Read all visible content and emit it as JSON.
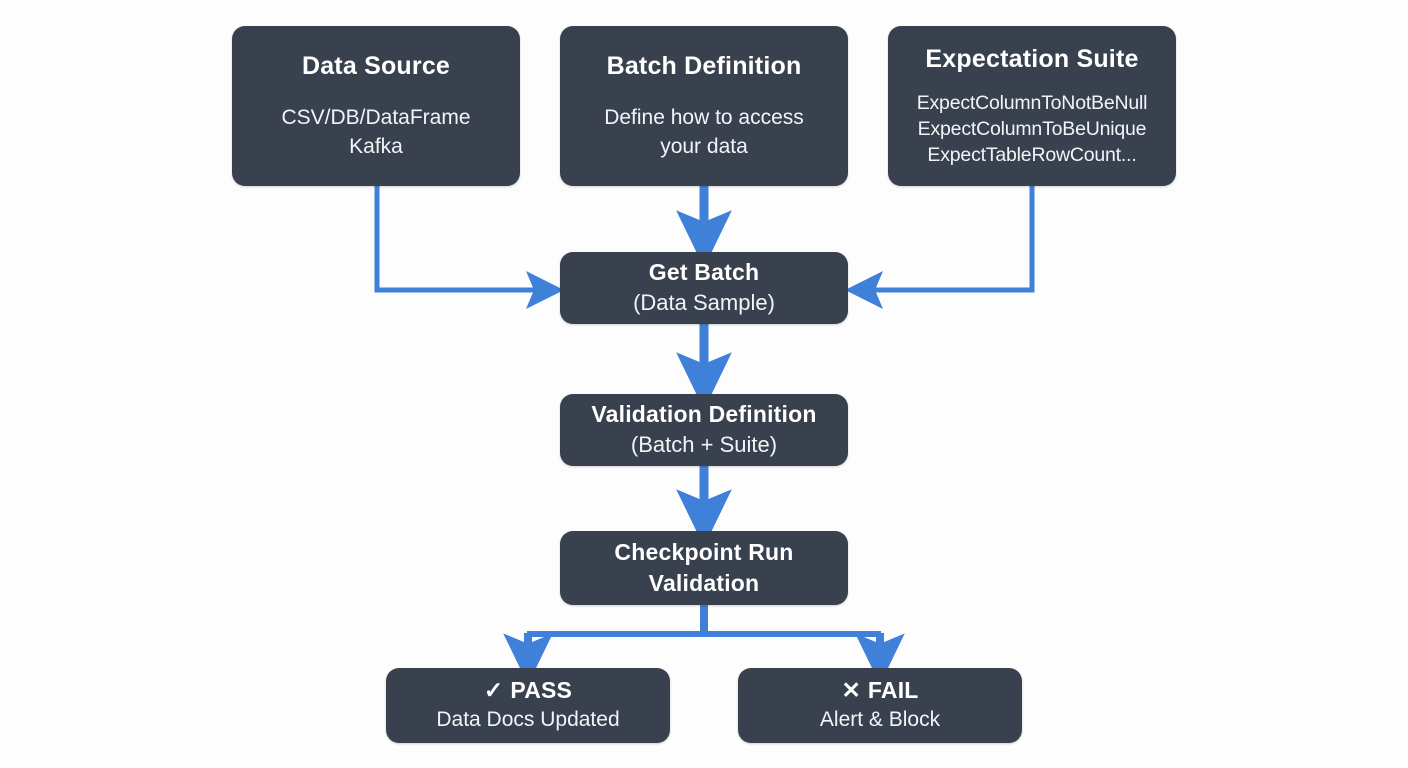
{
  "diagram": {
    "title": "Great Expectations validation pipeline flowchart",
    "background_color": "#fdfdfd",
    "node_color": "#39414e",
    "node_text_color": "#ffffff",
    "arrow_color": "#3f80d8"
  },
  "nodes": {
    "data_source": {
      "title": "Data Source",
      "sub_line1": "CSV/DB/DataFrame",
      "sub_line2": "Kafka"
    },
    "batch_definition": {
      "title": "Batch Definition",
      "sub_line1": "Define how to access",
      "sub_line2": "your data"
    },
    "expectation_suite": {
      "title": "Expectation Suite",
      "sub_line1": "ExpectColumnToNotBeNull",
      "sub_line2": "ExpectColumnToBeUnique",
      "sub_line3": "ExpectTableRowCount..."
    },
    "get_batch": {
      "title": "Get Batch",
      "sub_line1": "(Data Sample)"
    },
    "validation_definition": {
      "title": "Validation Definition",
      "sub_line1": "(Batch + Suite)"
    },
    "checkpoint_run": {
      "title_line1": "Checkpoint Run",
      "title_line2": "Validation"
    },
    "pass_result": {
      "glyph": "✓",
      "title": "PASS",
      "sub_line1": "Data Docs Updated"
    },
    "fail_result": {
      "glyph": "✕",
      "title": "FAIL",
      "sub_line1": "Alert & Block"
    }
  },
  "edges": [
    {
      "name": "data-source-to-get-batch",
      "from": "data_source",
      "to": "get_batch",
      "style": "elbow-right"
    },
    {
      "name": "batch-definition-to-get-batch",
      "from": "batch_definition",
      "to": "get_batch",
      "style": "straight-down"
    },
    {
      "name": "expectation-suite-to-get-batch",
      "from": "expectation_suite",
      "to": "get_batch",
      "style": "elbow-left"
    },
    {
      "name": "get-batch-to-validation-definition",
      "from": "get_batch",
      "to": "validation_definition",
      "style": "straight-down"
    },
    {
      "name": "validation-definition-to-checkpoint-run",
      "from": "validation_definition",
      "to": "checkpoint_run",
      "style": "straight-down"
    },
    {
      "name": "checkpoint-run-to-pass",
      "from": "checkpoint_run",
      "to": "pass_result",
      "style": "branch-left"
    },
    {
      "name": "checkpoint-run-to-fail",
      "from": "checkpoint_run",
      "to": "fail_result",
      "style": "branch-right"
    }
  ]
}
